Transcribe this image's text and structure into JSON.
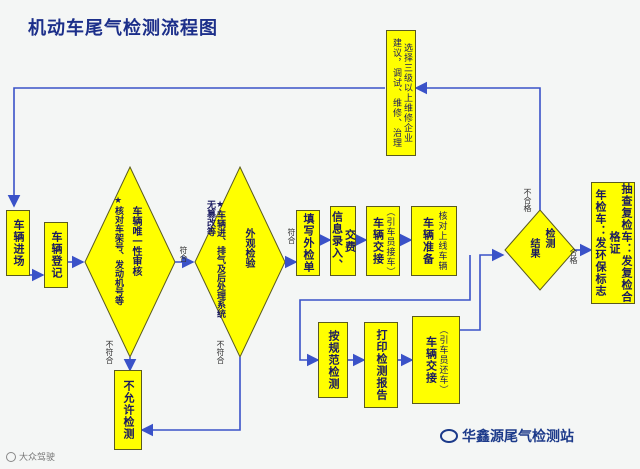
{
  "title": "机动车尾气检测流程图",
  "nodes": {
    "n1": "车辆进场",
    "n2": "车辆登记",
    "d1_main": "车辆唯一性审核",
    "d1_sub": "★核对车架号、发动机号等",
    "d2_main": "外观检验",
    "d2_sub": "★车辆进、排气及后处理系统无篡改等",
    "n5": "填写外检单",
    "n6_main": "信息录入、",
    "n6_sub": "交费",
    "n7_main": "车辆交接",
    "n7_sub": "（引车员接车）",
    "n8": "车辆准备",
    "n8_sub": "核对上线车辆",
    "n9": "按规范检测",
    "n10": "打印检测报告",
    "n11_main": "车辆交接",
    "n11_sub": "（引车员还车）",
    "d3_a": "检测",
    "d3_b": "结果",
    "n12_a": "年检车：发环保标志",
    "n12_b": "抽查复检车：发复检合格证",
    "n13_a": "建议，调试、维修、治理",
    "n13_b": "选择三级以上维修企业",
    "n14": "不允许检测"
  },
  "labels": {
    "pass1": "符合",
    "pass2": "符合",
    "fail1": "不符合",
    "fail2": "不符合",
    "ok": "合格",
    "ng": "不合格"
  },
  "watermark": {
    "main": "华鑫源尾气检测站",
    "corner": "大众驾驶"
  },
  "colors": {
    "node_fill": "#ffff00",
    "line": "#3a52c8",
    "title": "#1c2f8a"
  }
}
